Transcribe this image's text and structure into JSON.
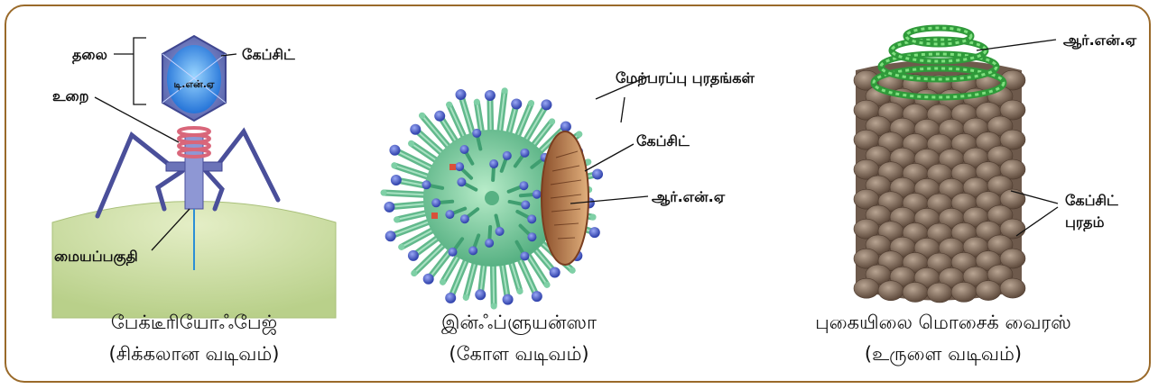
{
  "panels": [
    {
      "caption_line1": "பேக்டீரியோஃபேஜ்",
      "caption_line2": "(சிக்கலான வடிவம்)",
      "labels": {
        "head": "தலை",
        "capsid": "கேப்சிட்",
        "dna": "டி.என்.ஏ",
        "sheath": "உறை",
        "core": "மையப்பகுதி"
      }
    },
    {
      "caption_line1": "இன்ஃப்ளுயன்ஸா",
      "caption_line2": "(கோள வடிவம்)",
      "labels": {
        "surface_proteins": "மேற்பரப்பு புரதங்கள்",
        "capsid": "கேப்சிட்",
        "rna": "ஆர்.என்.ஏ"
      }
    },
    {
      "caption_line1": "புகையிலை மொசைக் வைரஸ்",
      "caption_line2": "(உருளை வடிவம்)",
      "labels": {
        "rna": "ஆர்.என்.ஏ",
        "capsid_protein_line1": "கேப்சிட்",
        "capsid_protein_line2": "புரதம்"
      }
    }
  ],
  "colors": {
    "border": "#9a6a2a",
    "phage_body": "#5b6aa8",
    "phage_dna": "#2f7fe0",
    "phage_collar": "#e07a86",
    "bacterium": "#cfe0a8",
    "flu_spike": "#6fc39a",
    "flu_knob": "#4b5fc4",
    "tmv_rna": "#3fb84a",
    "tmv_capsid": "#7d6656"
  }
}
